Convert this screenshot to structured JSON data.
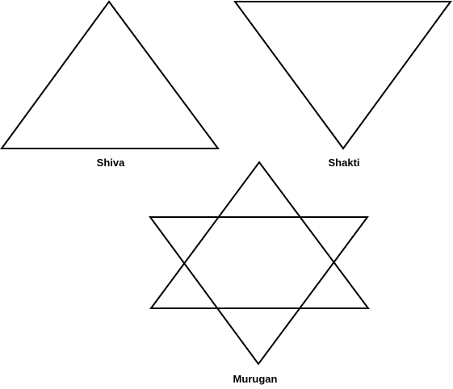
{
  "labels": {
    "shiva": "Shiva",
    "shakti": "Shakti",
    "murugan": "Murugan"
  },
  "colors": {
    "stroke": "#000000",
    "background": "#ffffff"
  }
}
